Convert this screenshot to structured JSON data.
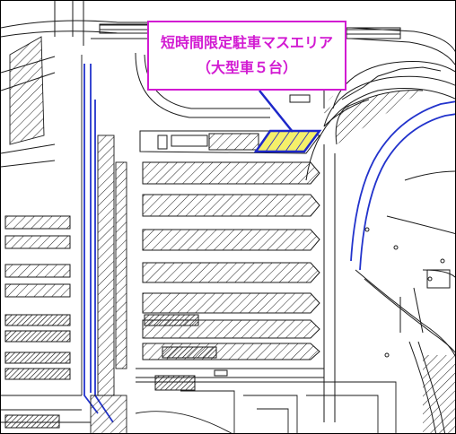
{
  "callout": {
    "title": "短時間限定駐車マスエリア",
    "subtitle": "（大型車５台）"
  },
  "colors": {
    "callout_border": "#d21ad2",
    "callout_text": "#d21ad2",
    "highlight_fill": "#f5f06a",
    "highlight_stroke": "#1d27c9",
    "leader_line": "#1d27c9",
    "walkway": "#2233cc",
    "linework": "#1a1a1a"
  },
  "icons": [
    "parking-lot-plan",
    "highlighted-parking-area",
    "leader-line"
  ]
}
